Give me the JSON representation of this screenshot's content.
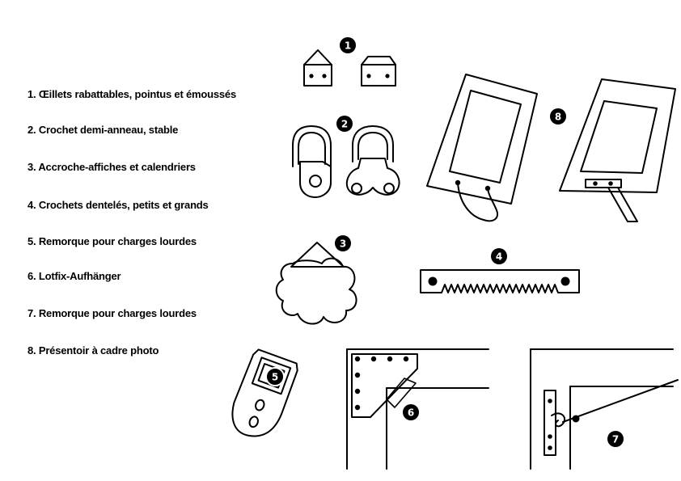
{
  "legend": [
    "1. Œillets rabattables, pointus et émoussés",
    "2. Crochet demi-anneau, stable",
    "3. Accroche-affiches et calendriers",
    "4. Crochets dentelés, petits et grands",
    "5. Remorque pour charges lourdes",
    "6. Lotfix-Aufhänger",
    "7. Remorque pour charges lourdes",
    "8. Présentoir à cadre photo"
  ],
  "badges": [
    "1",
    "2",
    "3",
    "4",
    "5",
    "6",
    "7",
    "8"
  ],
  "colors": {
    "ink": "#000000",
    "paper": "#ffffff"
  }
}
